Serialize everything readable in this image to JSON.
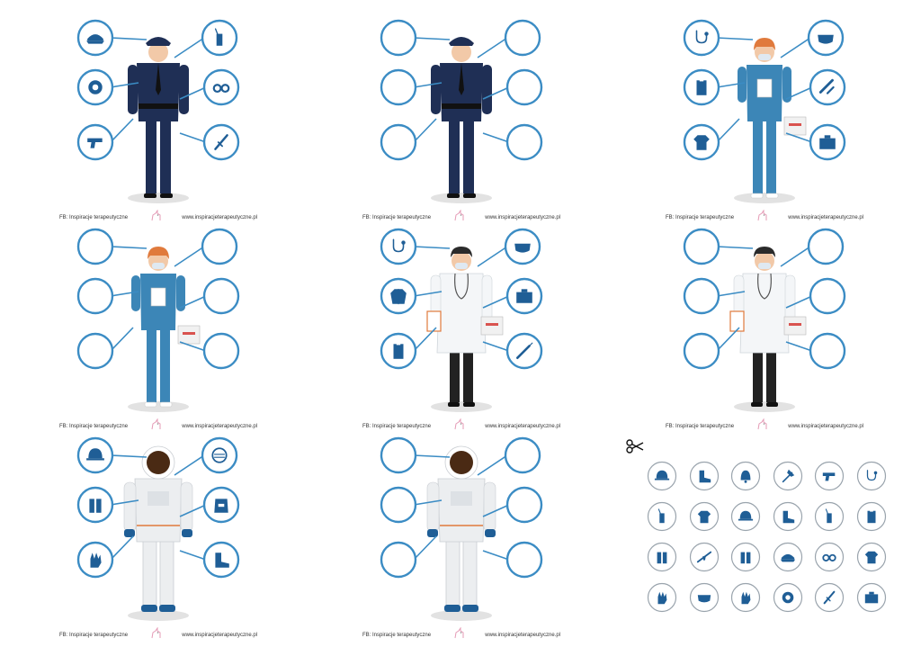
{
  "footer": {
    "fb": "FB: Inspiracje terapeutyczne",
    "site": "www.inspiracjeterapeutyczne.pl"
  },
  "colors": {
    "ring": "#3b8cc4",
    "icon": "#1f5e96",
    "navy": "#1f2f55",
    "scrub": "#3c86b7",
    "coat": "#f4f6f8",
    "suit": "#eceef0",
    "skin": "#f2c9a8",
    "hair_orange": "#e07a3c",
    "hair_dark": "#2b2b2b",
    "shadow": "#e2e2e2",
    "kit_red": "#d9534f"
  },
  "cards": [
    {
      "figure": "police-officer",
      "filled": true,
      "icons": [
        "police-cap-icon",
        "walkie-talkie-icon",
        "badge-icon",
        "handcuffs-icon",
        "pistol-icon",
        "baton-icon"
      ]
    },
    {
      "figure": "police-officer",
      "filled": false,
      "icons": []
    },
    {
      "figure": "nurse",
      "filled": true,
      "icons": [
        "stethoscope-icon",
        "face-mask-icon",
        "clipboard-icon",
        "bandage-syringe-icon",
        "scrub-shirt-icon",
        "first-aid-kit-icon"
      ]
    },
    {
      "figure": "nurse",
      "filled": false,
      "icons": []
    },
    {
      "figure": "doctor",
      "filled": true,
      "icons": [
        "stethoscope-icon",
        "face-mask-icon",
        "lab-coat-icon",
        "first-aid-kit-icon",
        "clipboard-icon",
        "syringe-icon"
      ]
    },
    {
      "figure": "doctor",
      "filled": false,
      "icons": []
    },
    {
      "figure": "astronaut",
      "filled": true,
      "icons": [
        "helmet-icon",
        "visor-helmet-icon",
        "oxygen-tanks-icon",
        "backpack-icon",
        "glove-icon",
        "space-boot-icon"
      ]
    },
    {
      "figure": "astronaut",
      "filled": false,
      "icons": []
    }
  ],
  "cutout_tokens": [
    "helmet-icon",
    "boot-icon",
    "bell-icon",
    "axe-icon",
    "pistol-icon",
    "stethoscope-icon",
    "walkie-talkie-icon",
    "vest-icon",
    "hard-hat-icon",
    "boots-icon",
    "radio-icon",
    "clipboard-icon",
    "spray-icon",
    "rifle-icon",
    "oxygen-tank-icon",
    "police-cap-icon",
    "handcuffs-icon",
    "scrub-shirt-icon",
    "glove-icon",
    "gas-mask-icon",
    "glove-icon",
    "badge-icon",
    "baton-icon",
    "first-aid-kit-icon"
  ]
}
